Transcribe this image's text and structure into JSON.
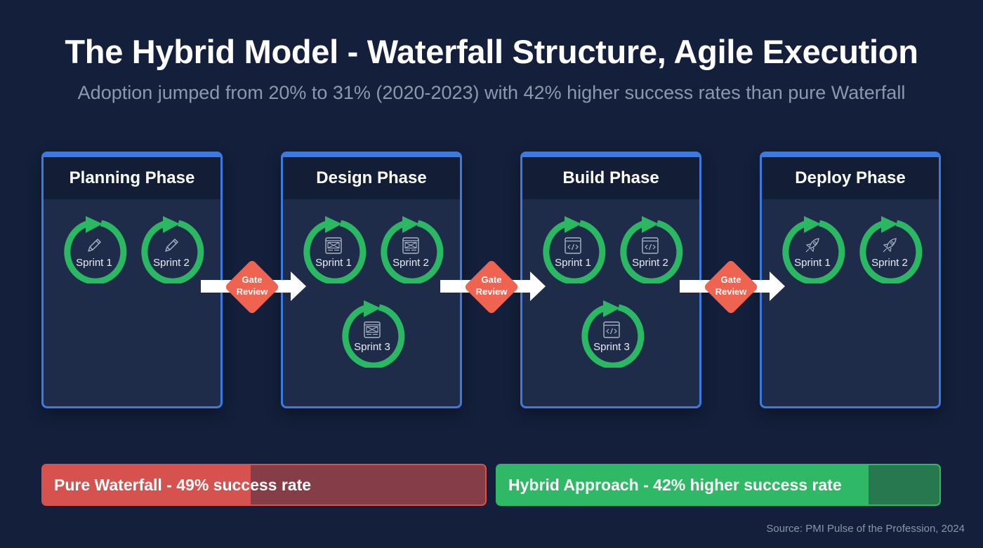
{
  "header": {
    "title": "The Hybrid Model - Waterfall Structure, Agile Execution",
    "subtitle": "Adoption jumped from 20% to 31% (2020-2023) with 42% higher success rates than pure Waterfall"
  },
  "phases": [
    {
      "title": "Planning Phase",
      "icon": "pencil-icon",
      "sprints": [
        "Sprint 1",
        "Sprint 2"
      ]
    },
    {
      "title": "Design Phase",
      "icon": "wireframe-icon",
      "sprints": [
        "Sprint 1",
        "Sprint 2",
        "Sprint 3"
      ]
    },
    {
      "title": "Build Phase",
      "icon": "code-window-icon",
      "sprints": [
        "Sprint 1",
        "Sprint 2",
        "Sprint 3"
      ]
    },
    {
      "title": "Deploy Phase",
      "icon": "rocket-icon",
      "sprints": [
        "Sprint 1",
        "Sprint 2"
      ]
    }
  ],
  "gates": [
    {
      "label_line1": "Gate",
      "label_line2": "Review"
    },
    {
      "label_line1": "Gate",
      "label_line2": "Review"
    },
    {
      "label_line1": "Gate",
      "label_line2": "Review"
    }
  ],
  "comparison": {
    "waterfall": {
      "label": "Pure Waterfall - 49% success rate",
      "fill_percent": 47,
      "color": "#d6524f"
    },
    "hybrid": {
      "label": "Hybrid Approach - 42% higher success rate",
      "fill_percent": 84,
      "color": "#2fb865"
    }
  },
  "source": "Source: PMI Pulse of the Profession, 2024",
  "colors": {
    "background": "#131f3b",
    "phase_border": "#3d7ae0",
    "sprint_ring": "#2bb863",
    "gate": "#ee6450"
  }
}
